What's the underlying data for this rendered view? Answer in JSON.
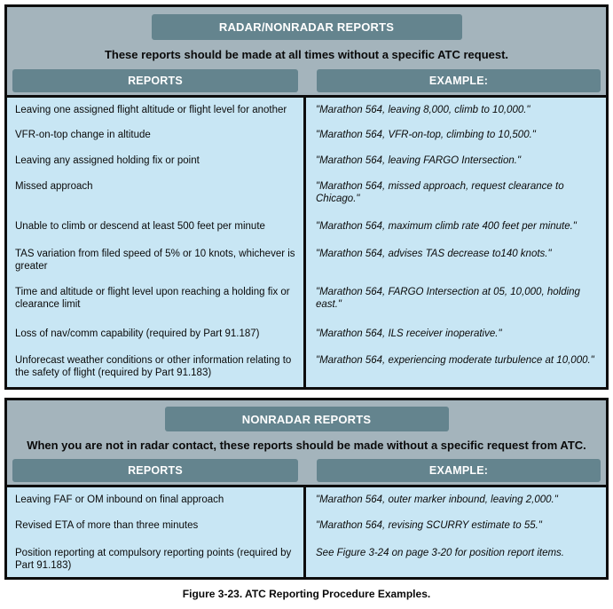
{
  "figure": {
    "caption": "Figure 3-23. ATC Reporting Procedure Examples."
  },
  "colors": {
    "header_area_bg": "#a4b4bc",
    "bar_bg": "#64848e",
    "row_bg": "#c8e6f4",
    "border_color": "#0d0d0d",
    "bar_text": "#ffffff",
    "body_text": "#0a0a0a",
    "page_bg": "#ffffff"
  },
  "tables": [
    {
      "title": "RADAR/NONRADAR REPORTS",
      "subtitle": "These reports should be made at all times without a specific ATC request.",
      "col_headers": [
        "REPORTS",
        "EXAMPLE:"
      ],
      "rows": [
        {
          "report": "Leaving one assigned flight altitude or flight level for another",
          "example": "\"Marathon 564, leaving 8,000, climb to 10,000.\""
        },
        {
          "report": "VFR-on-top change in altitude",
          "example": "\"Marathon 564, VFR-on-top, climbing to 10,500.\""
        },
        {
          "report": "Leaving any assigned holding fix or point",
          "example": "\"Marathon 564, leaving FARGO Intersection.\""
        },
        {
          "report": "Missed approach",
          "example": "\"Marathon 564, missed approach, request clearance to Chicago.\""
        },
        {
          "report": "Unable to climb or descend at least 500 feet per minute",
          "example": "\"Marathon 564, maximum climb rate 400 feet per minute.\""
        },
        {
          "report": "TAS variation from filed speed of 5% or 10 knots, whichever is greater",
          "example": "\"Marathon 564, advises TAS decrease to140 knots.\""
        },
        {
          "report": "Time and altitude or flight level upon reaching a holding fix or clearance limit",
          "example": "\"Marathon 564, FARGO Intersection at 05, 10,000, holding east.\""
        },
        {
          "report": "Loss of nav/comm capability (required by Part 91.187)",
          "example": "\"Marathon 564, ILS receiver inoperative.\""
        },
        {
          "report": "Unforecast weather conditions or other information relating to the safety of flight (required by Part 91.183)",
          "example": "\"Marathon 564, experiencing moderate turbulence at 10,000.\""
        }
      ]
    },
    {
      "title": "NONRADAR REPORTS",
      "subtitle": "When you are not in radar contact, these reports should be made without a specific request from ATC.",
      "col_headers": [
        "REPORTS",
        "EXAMPLE:"
      ],
      "rows": [
        {
          "report": "Leaving FAF or OM inbound on final approach",
          "example": "\"Marathon 564, outer marker inbound, leaving 2,000.\""
        },
        {
          "report": "Revised ETA of more than three minutes",
          "example": "\"Marathon 564, revising SCURRY estimate to 55.\""
        },
        {
          "report": "Position reporting at compulsory reporting points (required by Part 91.183)",
          "example": "See Figure 3-24 on page 3-20 for position report items."
        }
      ]
    }
  ]
}
